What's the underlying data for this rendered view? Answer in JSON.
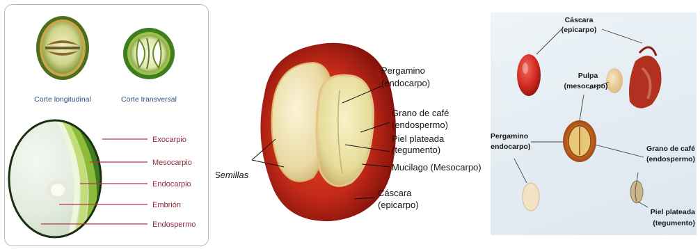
{
  "panel_a": {
    "captions": {
      "longitudinal": "Corte longitudinal",
      "transversal": "Corte transversal"
    },
    "labels": [
      "Exocarpio",
      "Mesocarpio",
      "Endocarpio",
      "Embrión",
      "Endospermo"
    ],
    "line_color": "#b5394a"
  },
  "panel_b": {
    "seeds_label": "Semillas",
    "labels": {
      "pergamino_1": "Pergamino",
      "pergamino_2": "(endocarpo)",
      "grano_1": "Grano de café",
      "grano_2": "(endospermo)",
      "piel_1": "Piel plateada",
      "piel_2": "(tegumento)",
      "mucilago": "Mucilago (Mesocarpo)",
      "cascara_1": "Cáscara",
      "cascara_2": "(epicarpo)"
    }
  },
  "panel_c": {
    "labels": {
      "cascara_1": "Cáscara",
      "cascara_2": "(epicarpo)",
      "pulpa_1": "Pulpa",
      "pulpa_2": "(mesocarpo)",
      "pergamino_1": "Pergamino",
      "pergamino_2": "(endocarpo)",
      "grano_1": "Grano de café",
      "grano_2": "(endospermo)",
      "piel_1": "Piel plateada",
      "piel_2": "(tegumento)"
    }
  }
}
